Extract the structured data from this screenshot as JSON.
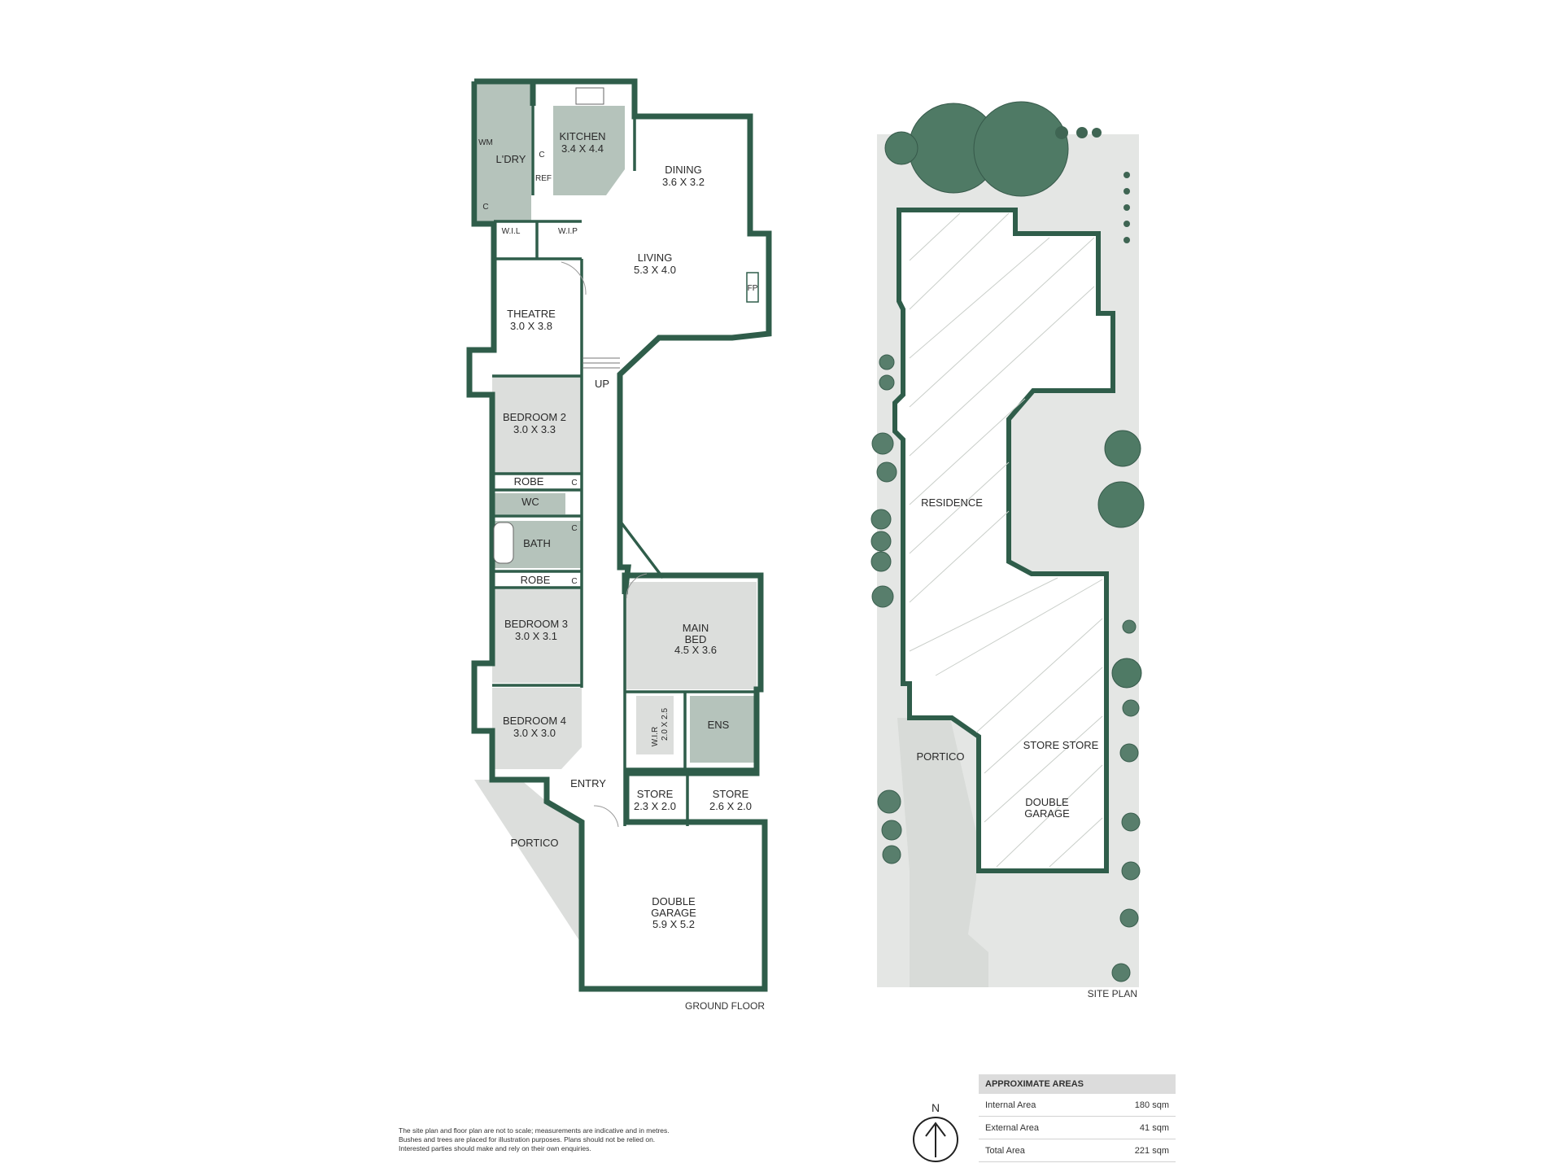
{
  "floor_plan": {
    "caption": "GROUND FLOOR",
    "rooms": [
      {
        "name": "L'DRY",
        "size": ""
      },
      {
        "name": "KITCHEN",
        "size": "3.4 X 4.4"
      },
      {
        "name": "DINING",
        "size": "3.6 X 3.2"
      },
      {
        "name": "LIVING",
        "size": "5.3 X 4.0"
      },
      {
        "name": "THEATRE",
        "size": "3.0 X 3.8"
      },
      {
        "name": "BEDROOM 2",
        "size": "3.0 X 3.3"
      },
      {
        "name": "BATH",
        "size": ""
      },
      {
        "name": "BEDROOM 3",
        "size": "3.0 X 3.1"
      },
      {
        "name": "BEDROOM 4",
        "size": "3.0 X 3.0"
      },
      {
        "name": "MAIN\nBED",
        "size": "4.5 X 3.6"
      },
      {
        "name": "STORE",
        "size": "2.3 X 2.0"
      },
      {
        "name": "STORE",
        "size": "2.6 X 2.0"
      },
      {
        "name": "DOUBLE\nGARAGE",
        "size": "5.9 X 5.2"
      }
    ],
    "small_labels": {
      "wm": "WM",
      "c": "C",
      "ref": "REF",
      "wil": "W.I.L",
      "wip": "W.I.P",
      "fp": "FP",
      "up": "UP",
      "robe": "ROBE",
      "wc": "WC",
      "ens": "ENS",
      "wir": "W.I.R",
      "wir_size": "2.0 X 2.5",
      "entry": "ENTRY",
      "portico": "PORTICO"
    }
  },
  "site_plan": {
    "caption": "SITE PLAN",
    "labels": {
      "residence": "RESIDENCE",
      "portico": "PORTICO",
      "store_store": "STORE  STORE",
      "garage": "DOUBLE\nGARAGE"
    }
  },
  "compass": {
    "label": "N"
  },
  "disclaimer": [
    "The site plan and floor plan are not to scale; measurements are indicative and in metres.",
    "Bushes and trees are placed for illustration purposes. Plans should not be relied on.",
    "Interested parties should make and rely on their own enquiries."
  ],
  "areas": {
    "title": "APPROXIMATE AREAS",
    "rows": [
      {
        "label": "Internal Area",
        "value": "180 sqm"
      },
      {
        "label": "External Area",
        "value": "41 sqm"
      },
      {
        "label": "Total Area",
        "value": "221 sqm"
      }
    ]
  },
  "colors": {
    "wall": "#2f5d4a",
    "room_fill": "#dcdedc",
    "wet_area": "#b5c3bb",
    "site_ground": "#e4e6e4",
    "tree": "#4f7a65"
  }
}
